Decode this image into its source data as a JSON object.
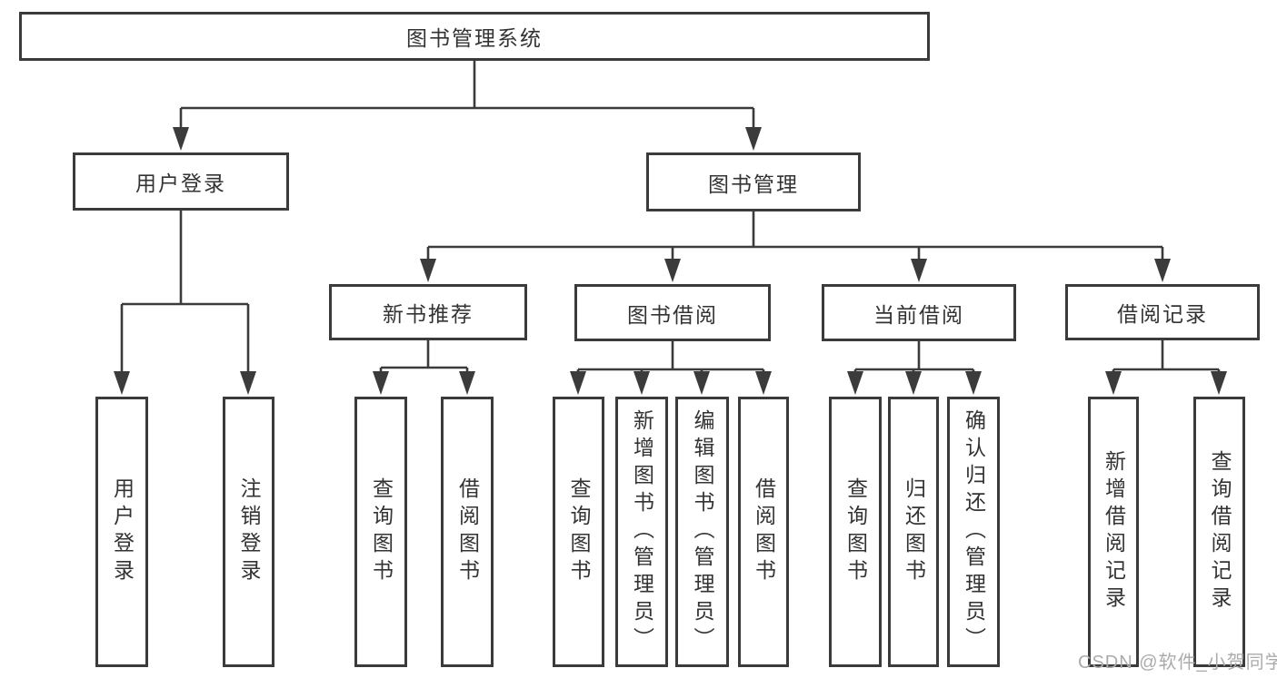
{
  "title": "图书管理系统",
  "tree": {
    "label": "图书管理系统",
    "children": [
      {
        "label": "用户登录",
        "children": [
          {
            "label": "用户登录"
          },
          {
            "label": "注销登录"
          }
        ]
      },
      {
        "label": "图书管理",
        "children": [
          {
            "label": "新书推荐",
            "children": [
              {
                "label": "查询图书"
              },
              {
                "label": "借阅图书"
              }
            ]
          },
          {
            "label": "图书借阅",
            "children": [
              {
                "label": "查询图书"
              },
              {
                "label": "新增图书（管理员）"
              },
              {
                "label": "编辑图书（管理员）"
              },
              {
                "label": "借阅图书"
              }
            ]
          },
          {
            "label": "当前借阅",
            "children": [
              {
                "label": "查询图书"
              },
              {
                "label": "归还图书"
              },
              {
                "label": "确认归还（管理员）"
              }
            ]
          },
          {
            "label": "借阅记录",
            "children": [
              {
                "label": "新增借阅记录"
              },
              {
                "label": "查询借阅记录"
              }
            ]
          }
        ]
      }
    ]
  },
  "watermark": {
    "text": "CSDN @软件_小贺同学"
  },
  "colors": {
    "line": "#3b3b3b",
    "box_border": "#3b3b3b",
    "text": "#333333",
    "background": "#ffffff",
    "watermark": "#ababab"
  }
}
